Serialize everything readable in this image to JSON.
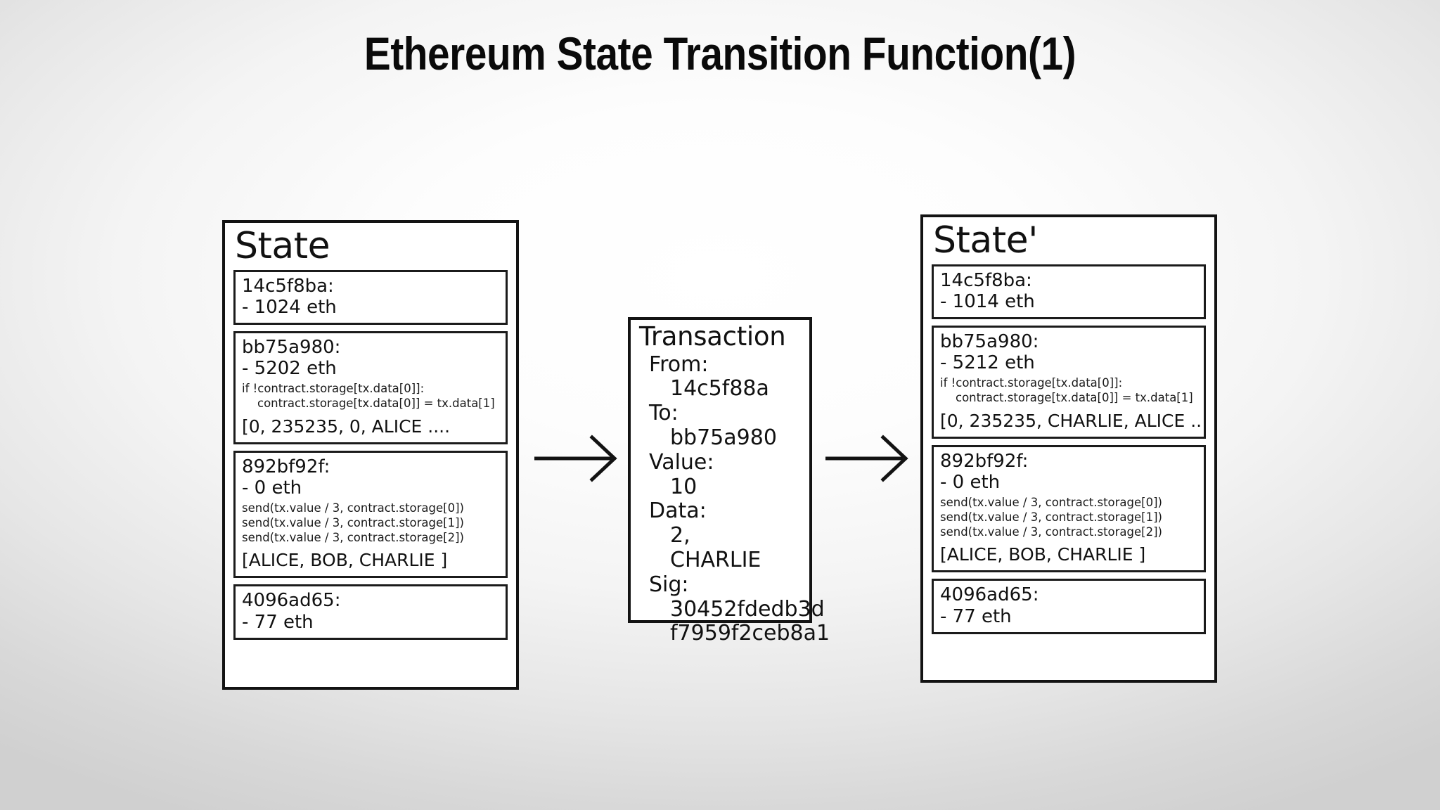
{
  "slide": {
    "title": "Ethereum State Transition Function(1)"
  },
  "state_before": {
    "heading": "State",
    "accounts": [
      {
        "address": "14c5f8ba:",
        "balance": "- 1024 eth",
        "code": [],
        "storage": ""
      },
      {
        "address": "bb75a980:",
        "balance": "- 5202 eth",
        "code": [
          "if !contract.storage[tx.data[0]]:",
          "contract.storage[tx.data[0]] = tx.data[1]"
        ],
        "storage": "[0, 235235, 0, ALICE ...."
      },
      {
        "address": "892bf92f:",
        "balance": "- 0 eth",
        "code": [
          "send(tx.value / 3, contract.storage[0])",
          "send(tx.value / 3, contract.storage[1])",
          "send(tx.value / 3, contract.storage[2])"
        ],
        "storage": "[ALICE, BOB, CHARLIE ]"
      },
      {
        "address": "4096ad65:",
        "balance": "- 77 eth",
        "code": [],
        "storage": ""
      }
    ]
  },
  "transaction": {
    "heading": "Transaction",
    "fields": [
      {
        "key": "From:",
        "values": [
          "14c5f88a"
        ]
      },
      {
        "key": "To:",
        "values": [
          "bb75a980"
        ]
      },
      {
        "key": "Value:",
        "values": [
          "10"
        ]
      },
      {
        "key": "Data:",
        "values": [
          "2,",
          "CHARLIE"
        ]
      },
      {
        "key": "Sig:",
        "values": [
          "30452fdedb3d",
          "f7959f2ceb8a1"
        ]
      }
    ]
  },
  "state_after": {
    "heading": "State'",
    "accounts": [
      {
        "address": "14c5f8ba:",
        "balance": "- 1014 eth",
        "code": [],
        "storage": ""
      },
      {
        "address": "bb75a980:",
        "balance": "- 5212 eth",
        "code": [
          "if !contract.storage[tx.data[0]]:",
          "contract.storage[tx.data[0]] = tx.data[1]"
        ],
        "storage": "[0, 235235, CHARLIE, ALICE .."
      },
      {
        "address": "892bf92f:",
        "balance": "- 0 eth",
        "code": [
          "send(tx.value / 3, contract.storage[0])",
          "send(tx.value / 3, contract.storage[1])",
          "send(tx.value / 3, contract.storage[2])"
        ],
        "storage": "[ALICE, BOB, CHARLIE ]"
      },
      {
        "address": "4096ad65:",
        "balance": "- 77 eth",
        "code": [],
        "storage": ""
      }
    ]
  },
  "arrows": [
    {
      "name": "arrow-state-to-transaction"
    },
    {
      "name": "arrow-transaction-to-state-prime"
    }
  ],
  "colors": {
    "ink": "#111111",
    "border": "#131313",
    "card_border": "#1b1b1b",
    "panel_bg": "#ffffff"
  }
}
